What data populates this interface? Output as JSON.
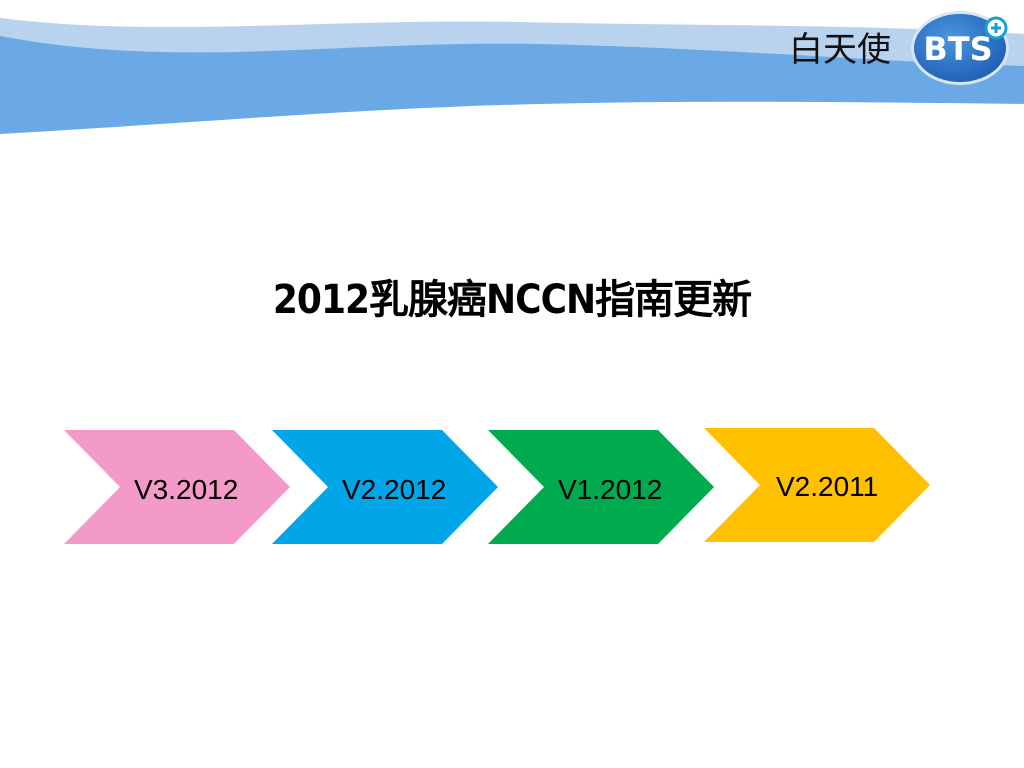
{
  "brand": {
    "name": "白天使",
    "logo_text": "BTS",
    "colors": {
      "wave_light": "#b9d3ef",
      "wave_mid": "#6aa9e6",
      "logo_blue": "#2f78cc",
      "logo_plus": "#1aa0d8"
    }
  },
  "title": "2012乳腺癌NCCN指南更新",
  "process": {
    "steps": [
      {
        "label": "V3.2012",
        "color": "#f49ac8"
      },
      {
        "label": "V2.2012",
        "color": "#00a6e8"
      },
      {
        "label": "V1.2012",
        "color": "#00ab4f"
      },
      {
        "label": "V2.2011",
        "color": "#ffc000"
      }
    ]
  }
}
